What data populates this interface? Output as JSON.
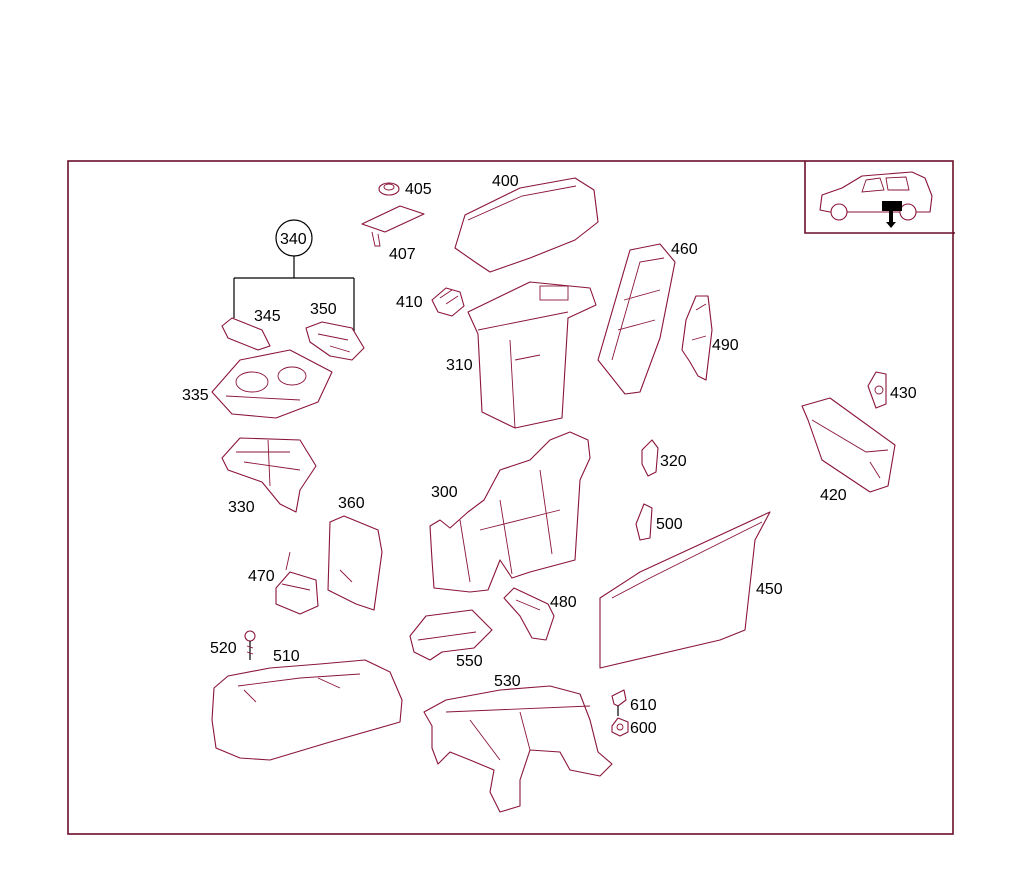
{
  "colors": {
    "outline": "#8a1538",
    "frame": "#6b0f2a",
    "label": "#000000",
    "background": "#ffffff"
  },
  "inset": {
    "icon": "vehicle-location-icon"
  },
  "labels": {
    "p300": "300",
    "p310": "310",
    "p320": "320",
    "p330": "330",
    "p335": "335",
    "p340": "340",
    "p345": "345",
    "p350": "350",
    "p360": "360",
    "p400": "400",
    "p405": "405",
    "p407": "407",
    "p410": "410",
    "p420": "420",
    "p430": "430",
    "p450": "450",
    "p460": "460",
    "p470": "470",
    "p480": "480",
    "p490": "490",
    "p500": "500",
    "p510": "510",
    "p520": "520",
    "p530": "530",
    "p550": "550",
    "p600": "600",
    "p610": "610"
  }
}
